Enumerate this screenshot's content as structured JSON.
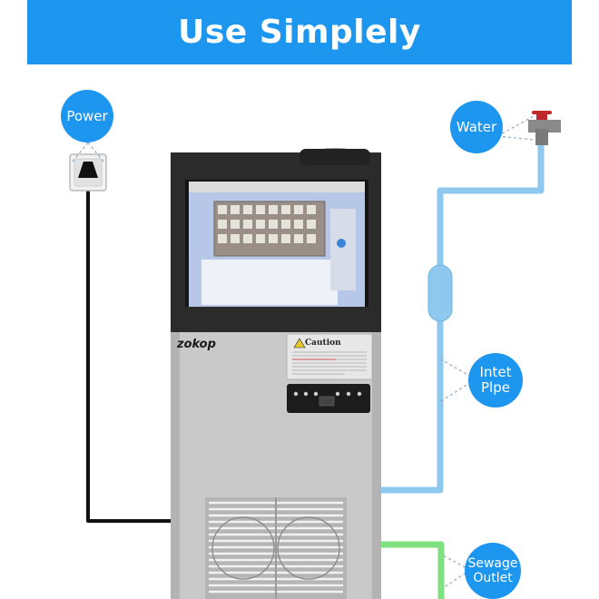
{
  "banner": {
    "title": "Use Simplely"
  },
  "labels": {
    "power": "Power",
    "water": "Water",
    "inlet_line1": "Intet",
    "inlet_line2": "Plpe",
    "sewage_line1": "Sewage",
    "sewage_line2": "Outlet"
  },
  "machine": {
    "brand": "zokop",
    "caution": "Caution"
  },
  "colors": {
    "accent": "#1d96f0",
    "water_pipe": "#8ec8ef",
    "sewage_pipe": "#7ee07e",
    "power_cord": "#111111"
  }
}
